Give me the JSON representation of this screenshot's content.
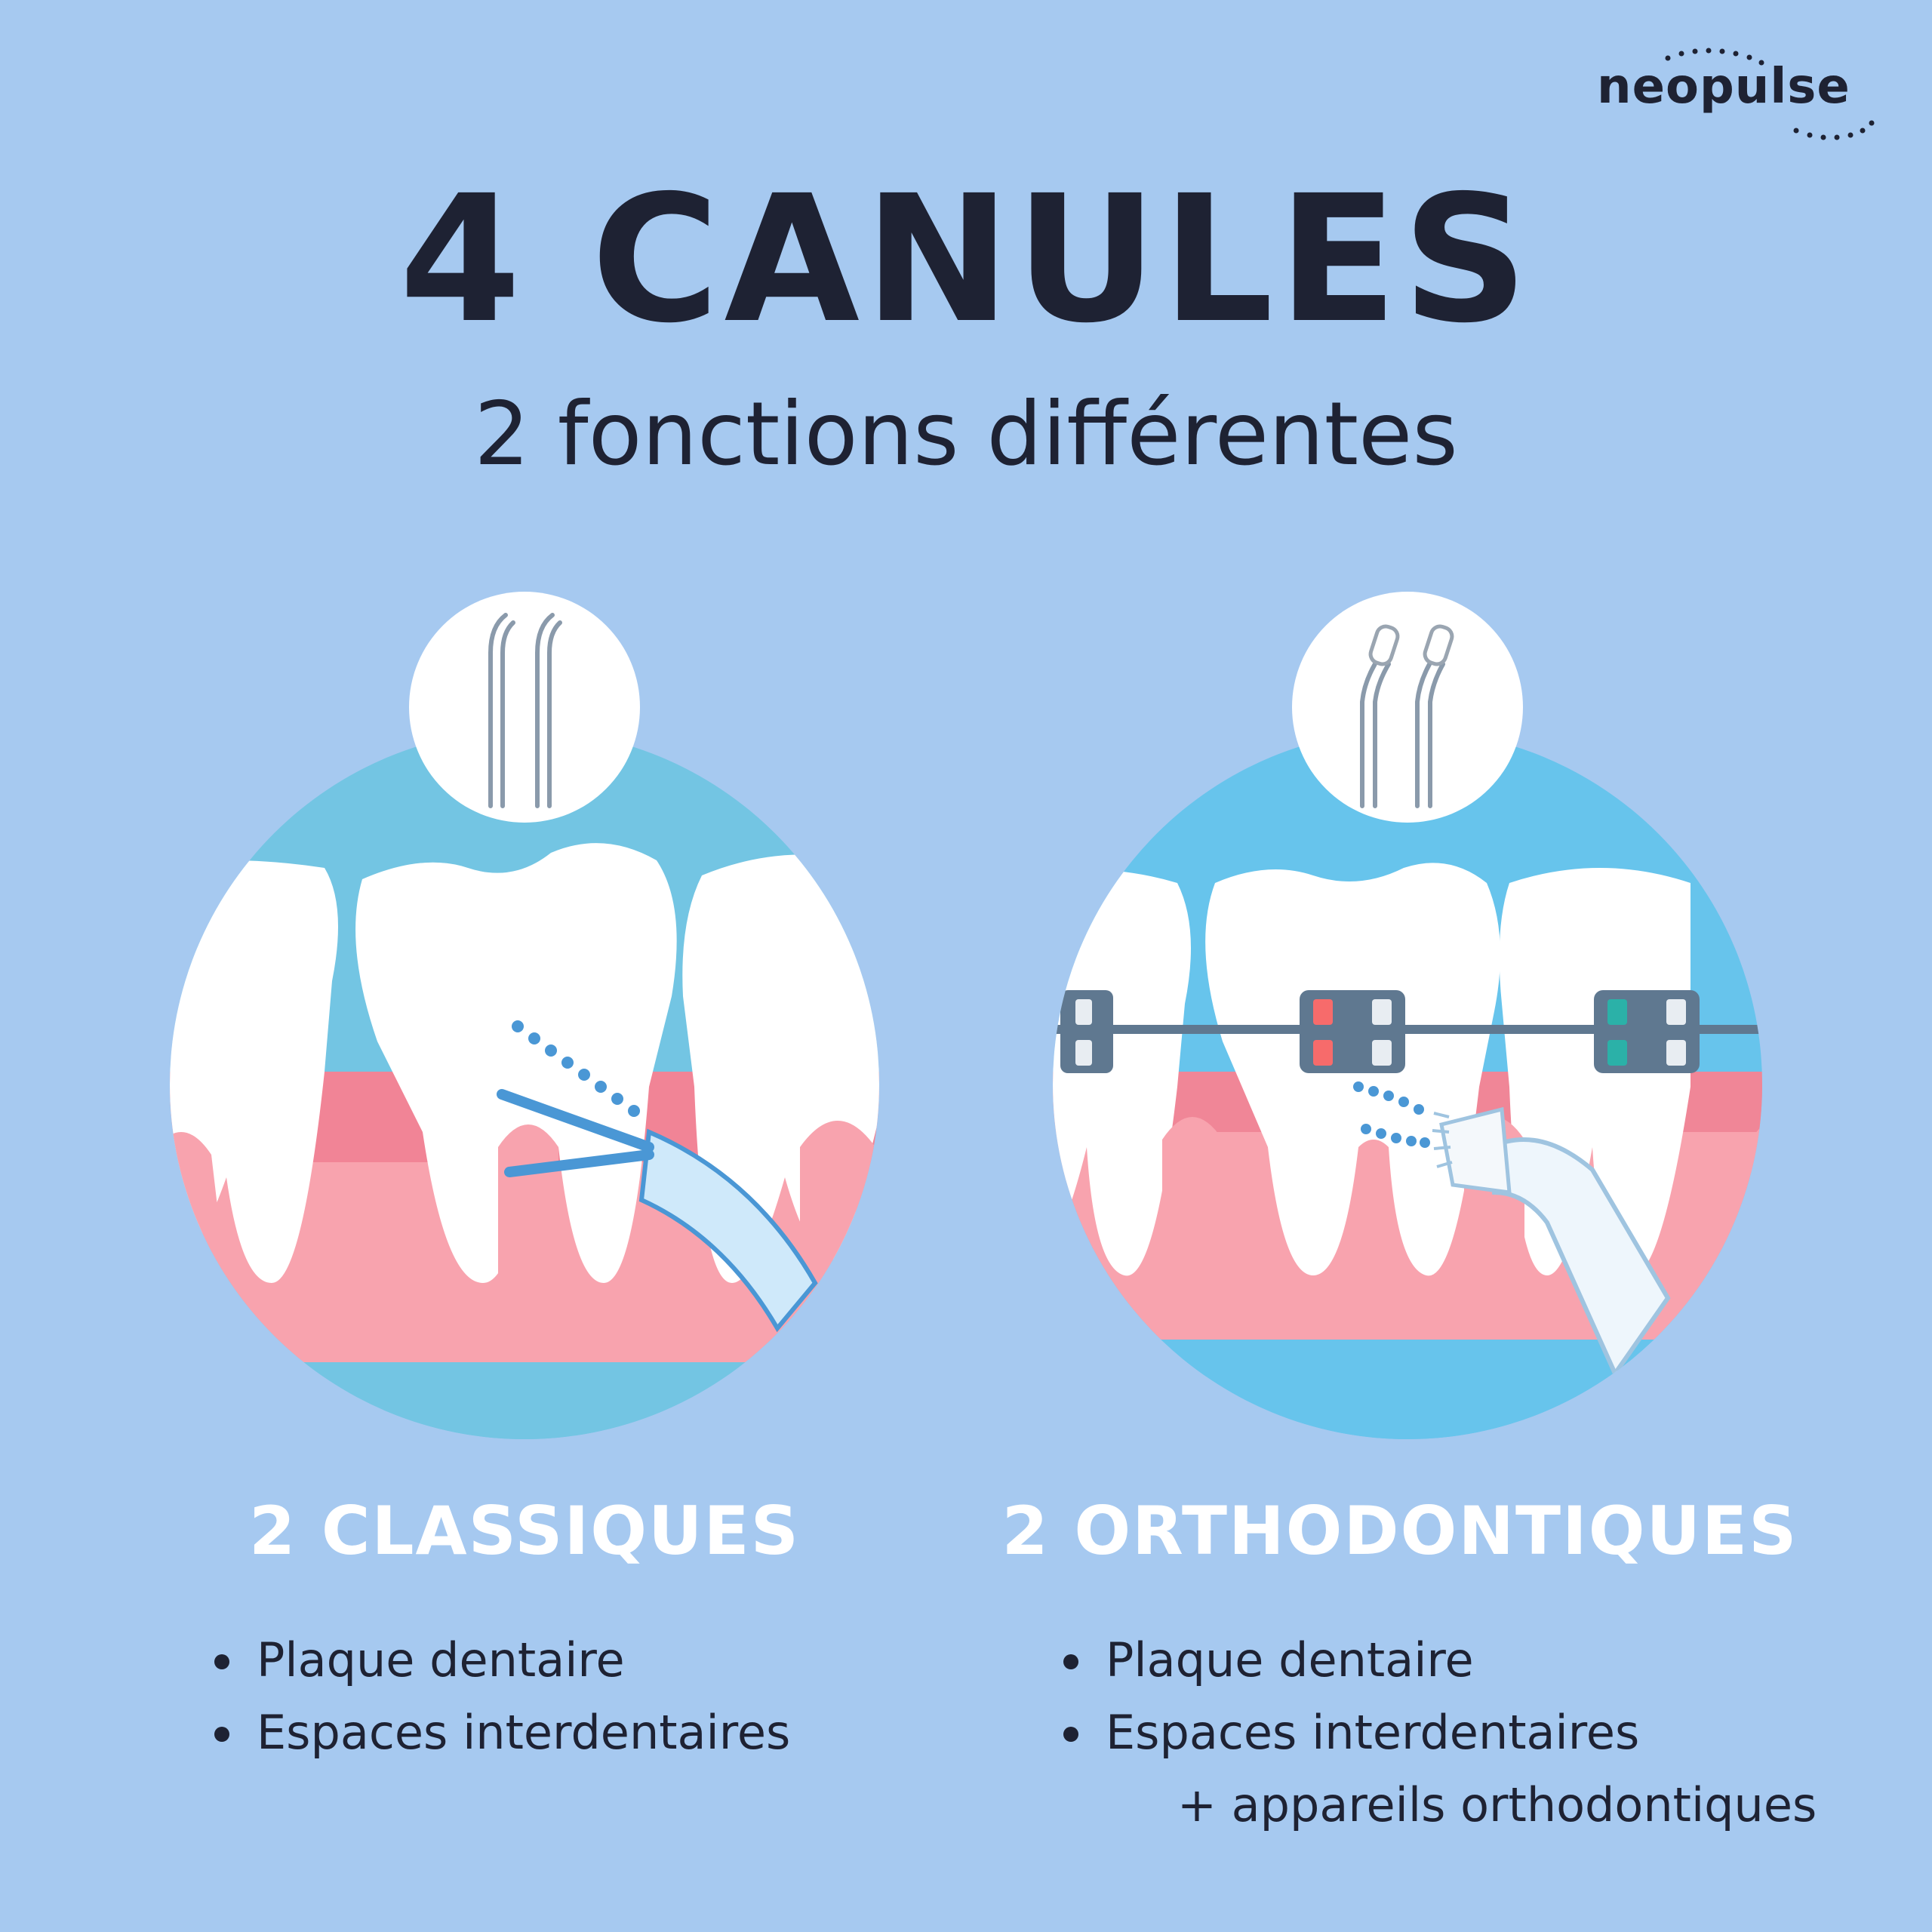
{
  "brand": {
    "logo_text": "neopulse"
  },
  "header": {
    "title": "4 CANULES",
    "subtitle": "2 fonctions différentes"
  },
  "columns": [
    {
      "title": "2 CLASSIQUES",
      "bullets": [
        "Plaque dentaire",
        "Espaces interdentaires"
      ]
    },
    {
      "title": "2 ORTHODONTIQUES",
      "bullets": [
        "Plaque dentaire",
        "Espaces interdentaires"
      ],
      "extra": "+ appareils orthodontiques"
    }
  ],
  "colors": {
    "background": "#a6c9f0",
    "text_dark": "#1e2233",
    "gum": "#f8a3ae",
    "gum_dark": "#ef8193",
    "sky_left": "#73c5e3",
    "sky_right": "#67c4ec",
    "nozzle_blue": "#4a97d5",
    "bracket": "#5f7890",
    "bracket_red": "#f76b6b",
    "bracket_teal": "#2bb1a8"
  },
  "icons": [
    "nozzle-icon",
    "tooth-icon",
    "water-spray-icon",
    "brush-tip-icon",
    "bracket-icon"
  ]
}
